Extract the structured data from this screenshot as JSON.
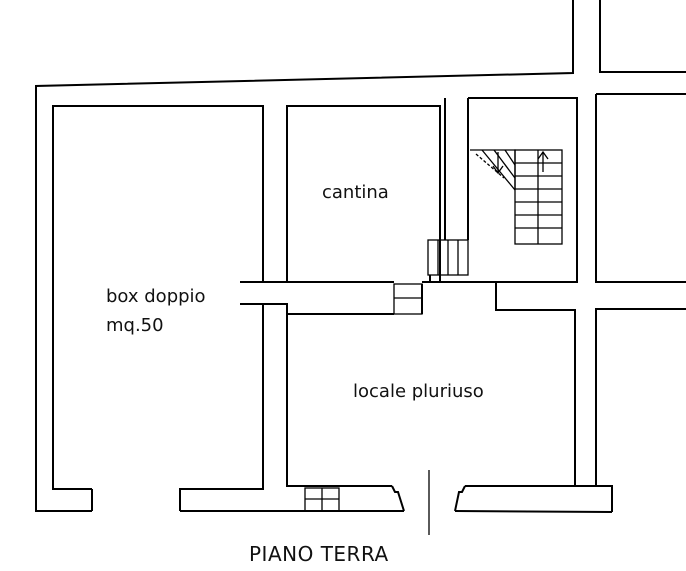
{
  "rooms": {
    "box": {
      "line1": "box doppio",
      "line2": "mq.50"
    },
    "cantina": {
      "label": "cantina"
    },
    "locale": {
      "label": "locale pluriuso"
    }
  },
  "floor_title": "PIANO TERRA"
}
